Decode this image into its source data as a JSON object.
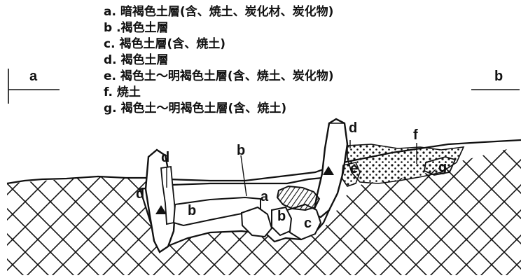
{
  "legend": {
    "items": [
      {
        "key": "a.",
        "text": "暗褐色土層(含、焼土、炭化材、炭化物)"
      },
      {
        "key": "b .",
        "text": "褐色土層"
      },
      {
        "key": "c.",
        "text": "褐色土層(含、焼土)"
      },
      {
        "key": "d.",
        "text": "褐色土層"
      },
      {
        "key": "e.",
        "text": "褐色土～明褐色土層(含、焼土、炭化物)"
      },
      {
        "key": "f.",
        "text": "焼土"
      },
      {
        "key": "g.",
        "text": "褐色土～明褐色土層(含、焼土)"
      }
    ]
  },
  "section": {
    "left_end": "a",
    "right_end": "b"
  },
  "layer_labels": {
    "d1": "d",
    "d2": "d",
    "d3": "d",
    "b1": "b",
    "b2": "b",
    "b3": "b",
    "a": "a",
    "c": "c",
    "e": "e",
    "f": "f",
    "g": "g"
  },
  "colors": {
    "ink": "#111111",
    "paper": "#ffffff"
  }
}
